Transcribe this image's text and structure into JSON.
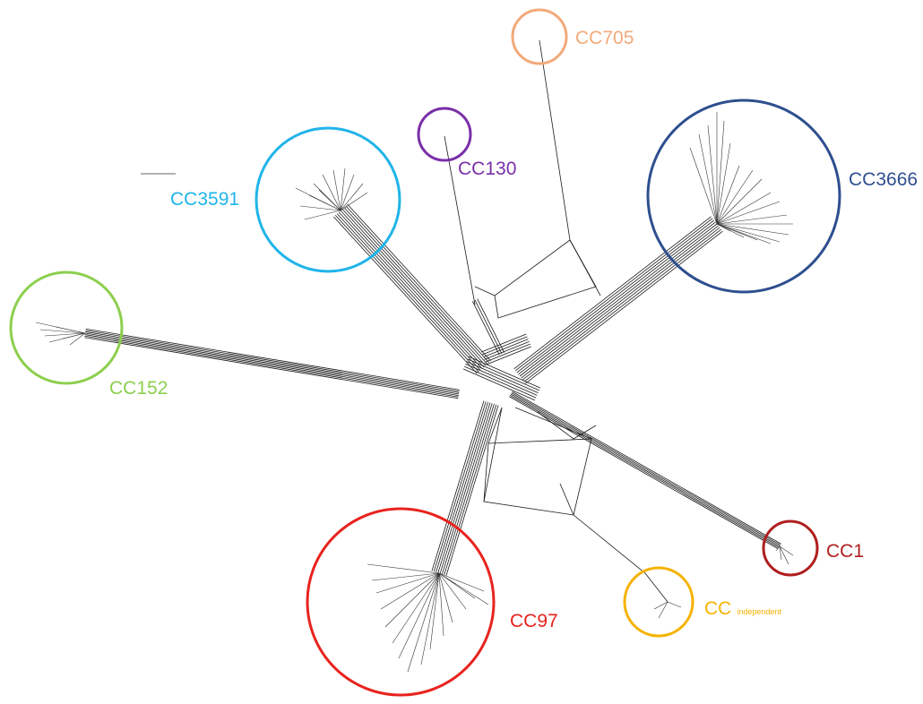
{
  "clusters": [
    {
      "id": "cc705",
      "label": "CC705",
      "color": "#f2a97a"
    },
    {
      "id": "cc130",
      "label": "CC130",
      "color": "#7a2fa8"
    },
    {
      "id": "cc3666",
      "label": "CC3666",
      "color": "#2e4f8f"
    },
    {
      "id": "cc3591",
      "label": "CC3591",
      "color": "#1fb4ea"
    },
    {
      "id": "cc152",
      "label": "CC152",
      "color": "#8ccf4d"
    },
    {
      "id": "cc1",
      "label": "CC1",
      "color": "#b01e1e"
    },
    {
      "id": "cc97",
      "label": "CC97",
      "color": "#e8231e"
    },
    {
      "id": "ccind",
      "label": "CC",
      "sublabel": "independent",
      "color": "#f5b200"
    }
  ]
}
